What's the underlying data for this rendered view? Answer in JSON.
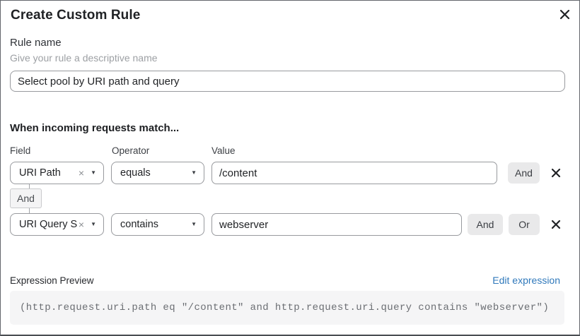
{
  "modal": {
    "title": "Create Custom Rule"
  },
  "rule_name": {
    "label": "Rule name",
    "hint": "Give your rule a descriptive name",
    "value": "Select pool by URI path and query"
  },
  "matcher": {
    "heading": "When incoming requests match...",
    "columns": {
      "field": "Field",
      "operator": "Operator",
      "value": "Value"
    },
    "connector_label": "And",
    "rows": [
      {
        "field": "URI Path",
        "operator": "equals",
        "value": "/content",
        "and_label": "And"
      },
      {
        "field": "URI Query St...",
        "operator": "contains",
        "value": "webserver",
        "and_label": "And",
        "or_label": "Or"
      }
    ],
    "select_icons": {
      "clear": "×",
      "caret": "▼"
    }
  },
  "expression": {
    "label": "Expression Preview",
    "edit_link": "Edit expression",
    "code": "(http.request.uri.path eq \"/content\" and http.request.uri.query contains \"webserver\")"
  },
  "colors": {
    "link_blue": "#3079bb",
    "input_border": "#989a9e",
    "button_bg": "#e9e9ea",
    "code_bg": "#f5f5f6",
    "text_dark": "#1f2124"
  }
}
